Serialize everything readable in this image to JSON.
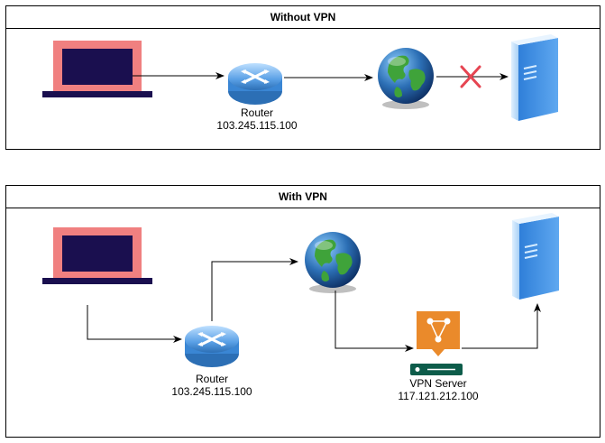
{
  "panels": {
    "without_vpn": {
      "title": "Without VPN",
      "router": {
        "name": "Router",
        "ip": "103.245.115.100"
      },
      "blocked_marker": "red-x-icon"
    },
    "with_vpn": {
      "title": "With VPN",
      "router": {
        "name": "Router",
        "ip": "103.245.115.100"
      },
      "vpn_server": {
        "name": "VPN Server",
        "ip": "117.121.212.100"
      }
    }
  },
  "icons": {
    "laptop": "laptop-icon",
    "router": "router-icon",
    "internet": "globe-icon",
    "server": "server-icon",
    "vpn": "vpn-server-icon"
  },
  "colors": {
    "laptop_bezel": "#f08080",
    "laptop_screen": "#1a0f4f",
    "laptop_base": "#1a0f4f",
    "router_blue": "#5aa0e6",
    "globe_ocean": "#2c6fb5",
    "globe_land": "#3fa33a",
    "server_blue": "#3b8ee6",
    "vpn_orange": "#ea8a2b",
    "vpn_green": "#0d5c4a",
    "blocked_red": "#e64552"
  }
}
